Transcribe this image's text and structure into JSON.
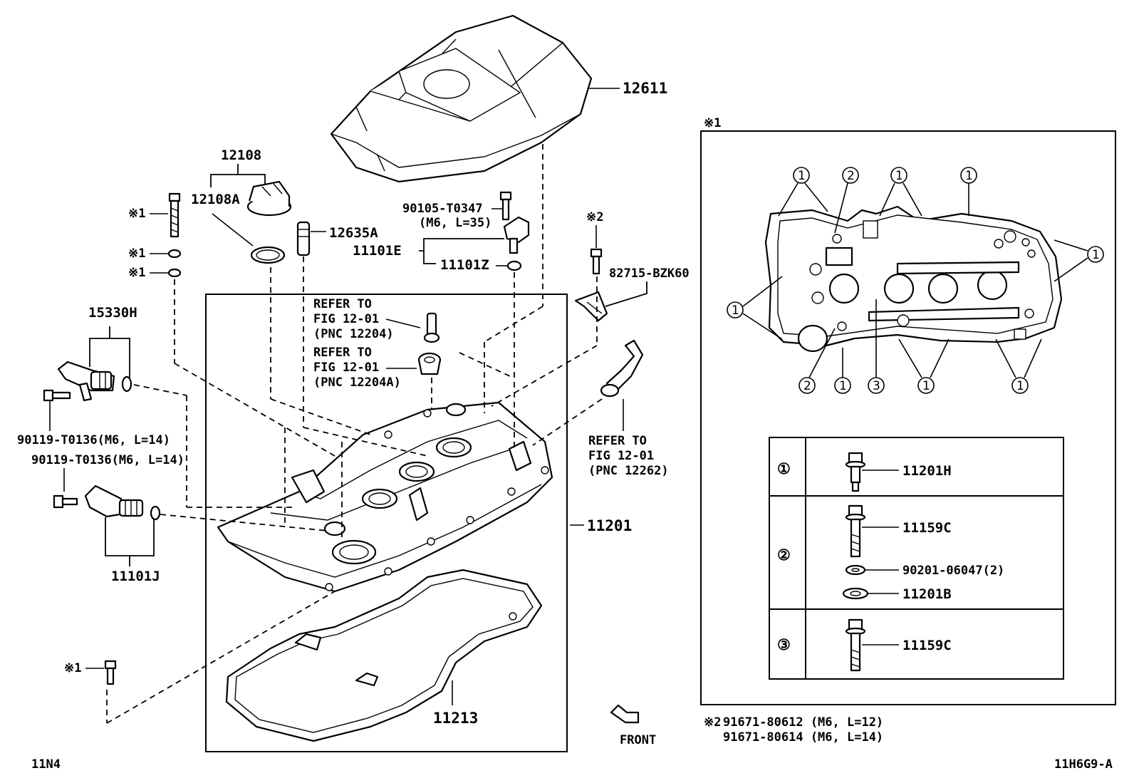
{
  "parts": {
    "p12611": "12611",
    "p12108": "12108",
    "p12108A": "12108A",
    "p12635A": "12635A",
    "p90105": "90105-T0347",
    "p90105_spec": "(M6, L=35)",
    "p11101E": "11101E",
    "p11101Z": "11101Z",
    "p82715": "82715-BZK60",
    "p15330H": "15330H",
    "p90119_a": "90119-T0136(M6, L=14)",
    "p90119_b": "90119-T0136(M6, L=14)",
    "p11101J": "11101J",
    "p11201": "11201",
    "p11213": "11213",
    "note1_a": "※1",
    "note1_b": "※1",
    "note1_c": "※1",
    "note1_d": "※1",
    "note2": "※2"
  },
  "refs": {
    "r1_l1": "REFER TO",
    "r1_l2": "FIG 12-01",
    "r1_l3": "(PNC 12204)",
    "r2_l1": "REFER TO",
    "r2_l2": "FIG 12-01",
    "r2_l3": "(PNC 12204A)",
    "r3_l1": "REFER TO",
    "r3_l2": "FIG 12-01",
    "r3_l3": "(PNC 12262)"
  },
  "inset": {
    "title": "※1",
    "num1": "①",
    "num2": "②",
    "num3": "③",
    "bolt_table": {
      "row1_label": "11201H",
      "row2_label_a": "11159C",
      "row2_label_b": "90201-06047(2)",
      "row2_label_c": "11201B",
      "row3_label": "11159C"
    }
  },
  "notes": {
    "n2_mark": "※2",
    "n2_line1": "91671-80612 (M6, L=12)",
    "n2_line2": "91671-80614 (M6, L=14)"
  },
  "footer": {
    "front": "FRONT",
    "left_code": "11N4",
    "right_code": "11H6G9-A"
  }
}
